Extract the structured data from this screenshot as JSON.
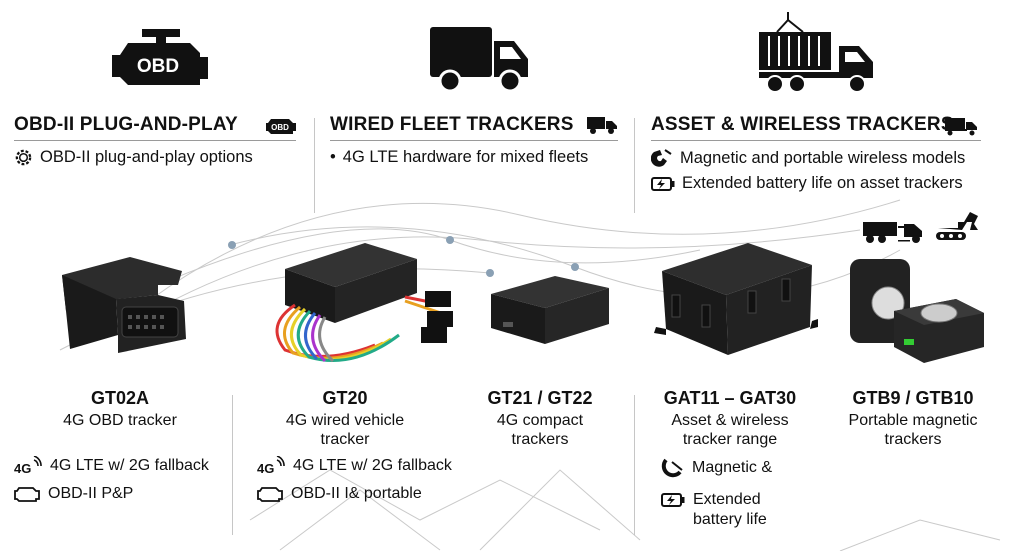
{
  "sections": [
    {
      "title": "OBD-II PLUG-AND-PLAY",
      "bullets": [
        "OBD-II plug-and-play options"
      ]
    },
    {
      "title": "WIRED FLEET TRACKERS",
      "bullets": [
        "4G LTE hardware for mixed fleets"
      ]
    },
    {
      "title": "ASSET & WIRELESS TRACKERS",
      "bullets": [
        "Magnetic and portable wireless models",
        "Extended battery life on asset trackers"
      ]
    }
  ],
  "icons": {
    "obd_badge": "OBD",
    "net_4g": "4G"
  },
  "products": [
    {
      "name": "GT02A",
      "desc": "4G OBD tracker"
    },
    {
      "name": "GT20",
      "desc": "4G wired vehicle tracker"
    },
    {
      "name": "GT21 / GT22",
      "desc": "4G compact trackers"
    },
    {
      "name": "GAT11 – GAT30",
      "desc": "Asset & wireless tracker range"
    },
    {
      "name": "GTB9 / GTB10",
      "desc": "Portable magnetic trackers"
    }
  ],
  "features": {
    "gt02a": [
      "4G LTE w/ 2G fallback",
      "OBD-II P&P"
    ],
    "gt20": [
      "4G LTE w/ 2G fallback",
      "OBD-II I& portable"
    ],
    "gat": [
      "Magnetic &",
      "Extended battery life"
    ]
  },
  "colors": {
    "text": "#111111",
    "rule": "#9a9a9a",
    "device": "#1c1c1c"
  }
}
